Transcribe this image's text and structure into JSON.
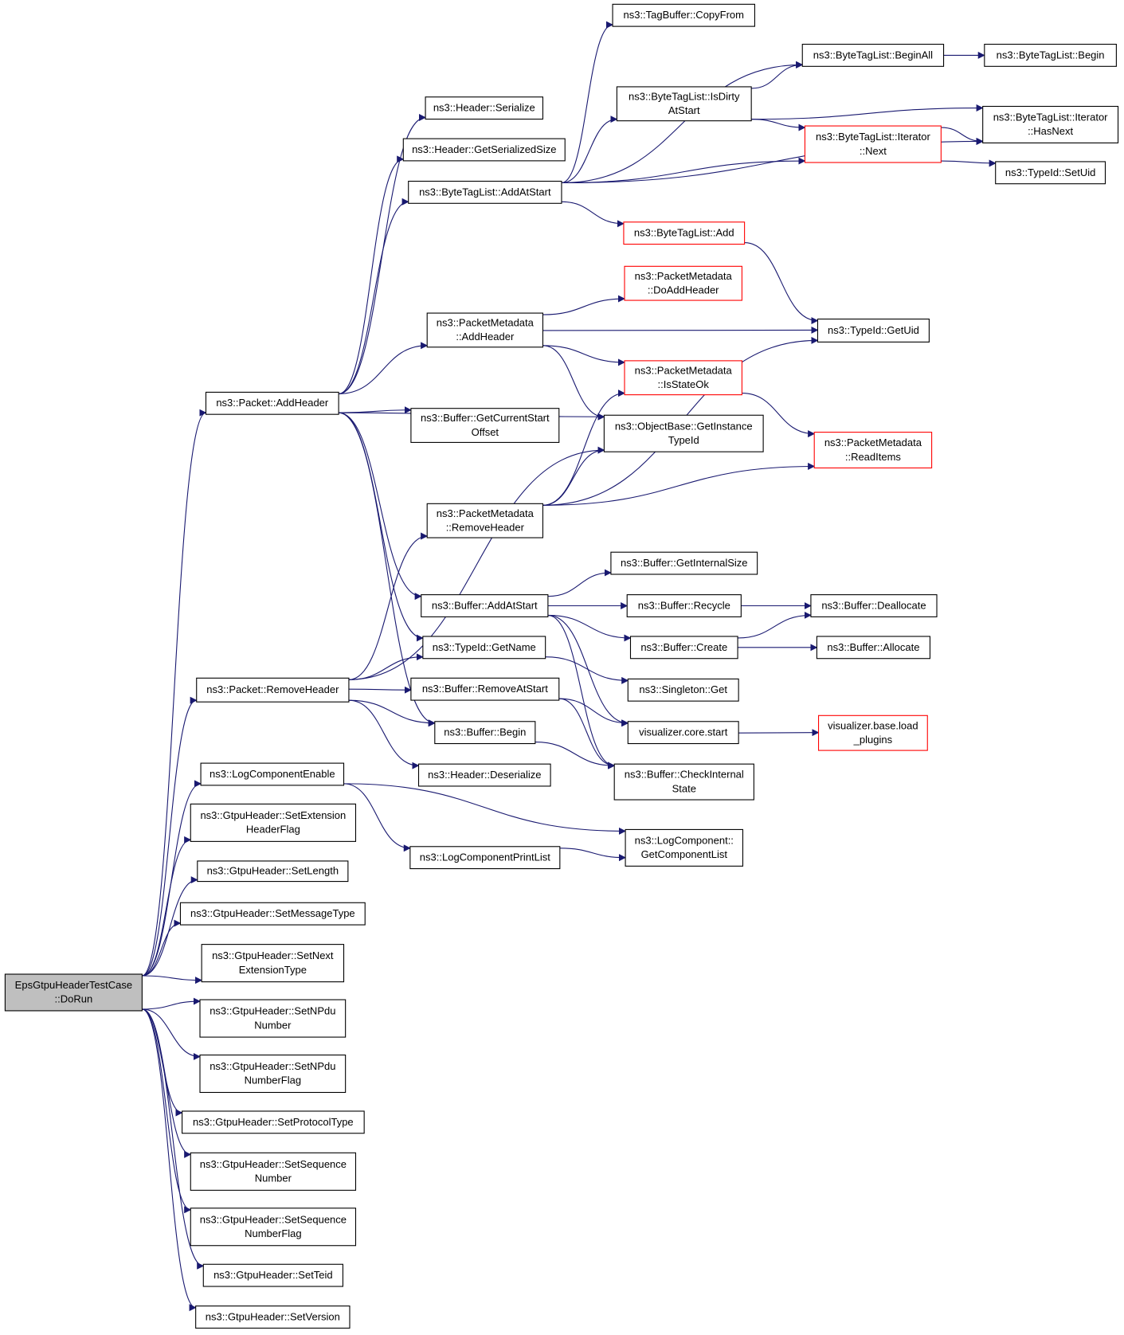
{
  "colors": {
    "edge": "#191970",
    "root_fill": "#bfbfbf",
    "node_border": "#000000",
    "incomplete_border": "#ff0000"
  },
  "nodes": [
    {
      "id": "root",
      "lines": [
        "EpsGtpuHeaderTestCase",
        "::DoRun"
      ],
      "style": "root"
    },
    {
      "id": "pkt_addheader",
      "lines": [
        "ns3::Packet::AddHeader"
      ]
    },
    {
      "id": "pkt_removeheader",
      "lines": [
        "ns3::Packet::RemoveHeader"
      ]
    },
    {
      "id": "logcompenable",
      "lines": [
        "ns3::LogComponentEnable"
      ]
    },
    {
      "id": "setexthdrflag",
      "lines": [
        "ns3::GtpuHeader::SetExtension",
        "HeaderFlag"
      ]
    },
    {
      "id": "setlength",
      "lines": [
        "ns3::GtpuHeader::SetLength"
      ]
    },
    {
      "id": "setmsgtype",
      "lines": [
        "ns3::GtpuHeader::SetMessageType"
      ]
    },
    {
      "id": "setnextext",
      "lines": [
        "ns3::GtpuHeader::SetNext",
        "ExtensionType"
      ]
    },
    {
      "id": "setnpdu",
      "lines": [
        "ns3::GtpuHeader::SetNPdu",
        "Number"
      ]
    },
    {
      "id": "setnpduflag",
      "lines": [
        "ns3::GtpuHeader::SetNPdu",
        "NumberFlag"
      ]
    },
    {
      "id": "setproto",
      "lines": [
        "ns3::GtpuHeader::SetProtocolType"
      ]
    },
    {
      "id": "setseq",
      "lines": [
        "ns3::GtpuHeader::SetSequence",
        "Number"
      ]
    },
    {
      "id": "setseqflag",
      "lines": [
        "ns3::GtpuHeader::SetSequence",
        "NumberFlag"
      ]
    },
    {
      "id": "setteid",
      "lines": [
        "ns3::GtpuHeader::SetTeid"
      ]
    },
    {
      "id": "setversion",
      "lines": [
        "ns3::GtpuHeader::SetVersion"
      ]
    },
    {
      "id": "hdr_serialize",
      "lines": [
        "ns3::Header::Serialize"
      ]
    },
    {
      "id": "hdr_getsersize",
      "lines": [
        "ns3::Header::GetSerializedSize"
      ]
    },
    {
      "id": "btl_addatstart",
      "lines": [
        "ns3::ByteTagList::AddAtStart"
      ]
    },
    {
      "id": "pm_addheader",
      "lines": [
        "ns3::PacketMetadata",
        "::AddHeader"
      ]
    },
    {
      "id": "buf_getcurstart",
      "lines": [
        "ns3::Buffer::GetCurrentStart",
        "Offset"
      ]
    },
    {
      "id": "pm_removeheader",
      "lines": [
        "ns3::PacketMetadata",
        "::RemoveHeader"
      ]
    },
    {
      "id": "buf_addatstart",
      "lines": [
        "ns3::Buffer::AddAtStart"
      ]
    },
    {
      "id": "tid_getname",
      "lines": [
        "ns3::TypeId::GetName"
      ]
    },
    {
      "id": "buf_removeatstart",
      "lines": [
        "ns3::Buffer::RemoveAtStart"
      ]
    },
    {
      "id": "buf_begin",
      "lines": [
        "ns3::Buffer::Begin"
      ]
    },
    {
      "id": "hdr_deserialize",
      "lines": [
        "ns3::Header::Deserialize"
      ]
    },
    {
      "id": "logcompprintlist",
      "lines": [
        "ns3::LogComponentPrintList"
      ]
    },
    {
      "id": "tagbuf_copyfrom",
      "lines": [
        "ns3::TagBuffer::CopyFrom"
      ]
    },
    {
      "id": "btl_isdirty",
      "lines": [
        "ns3::ByteTagList::IsDirty",
        "AtStart"
      ]
    },
    {
      "id": "btl_add",
      "lines": [
        "ns3::ByteTagList::Add"
      ],
      "style": "red"
    },
    {
      "id": "pm_doaddheader",
      "lines": [
        "ns3::PacketMetadata",
        "::DoAddHeader"
      ],
      "style": "red"
    },
    {
      "id": "pm_isstateok",
      "lines": [
        "ns3::PacketMetadata",
        "::IsStateOk"
      ],
      "style": "red"
    },
    {
      "id": "ob_getinstancetid",
      "lines": [
        "ns3::ObjectBase::GetInstance",
        "TypeId"
      ]
    },
    {
      "id": "buf_getinternalsize",
      "lines": [
        "ns3::Buffer::GetInternalSize"
      ]
    },
    {
      "id": "buf_recycle",
      "lines": [
        "ns3::Buffer::Recycle"
      ]
    },
    {
      "id": "buf_create",
      "lines": [
        "ns3::Buffer::Create"
      ]
    },
    {
      "id": "singleton_get",
      "lines": [
        "ns3::Singleton::Get"
      ]
    },
    {
      "id": "viz_core_start",
      "lines": [
        "visualizer.core.start"
      ]
    },
    {
      "id": "buf_checkinternal",
      "lines": [
        "ns3::Buffer::CheckInternal",
        "State"
      ]
    },
    {
      "id": "lc_getcomplist",
      "lines": [
        "ns3::LogComponent::",
        "GetComponentList"
      ]
    },
    {
      "id": "btl_beginall",
      "lines": [
        "ns3::ByteTagList::BeginAll"
      ]
    },
    {
      "id": "btl_iter_next",
      "lines": [
        "ns3::ByteTagList::Iterator",
        "::Next"
      ],
      "style": "red"
    },
    {
      "id": "tid_getuid",
      "lines": [
        "ns3::TypeId::GetUid"
      ]
    },
    {
      "id": "pm_readitems",
      "lines": [
        "ns3::PacketMetadata",
        "::ReadItems"
      ],
      "style": "red"
    },
    {
      "id": "buf_deallocate",
      "lines": [
        "ns3::Buffer::Deallocate"
      ]
    },
    {
      "id": "buf_allocate",
      "lines": [
        "ns3::Buffer::Allocate"
      ]
    },
    {
      "id": "viz_base_load",
      "lines": [
        "visualizer.base.load",
        "_plugins"
      ],
      "style": "red"
    },
    {
      "id": "btl_begin",
      "lines": [
        "ns3::ByteTagList::Begin"
      ]
    },
    {
      "id": "btl_iter_hasnext",
      "lines": [
        "ns3::ByteTagList::Iterator",
        "::HasNext"
      ]
    },
    {
      "id": "tid_setuid",
      "lines": [
        "ns3::TypeId::SetUid"
      ]
    }
  ],
  "edges": [
    [
      "root",
      "pkt_addheader"
    ],
    [
      "root",
      "pkt_removeheader"
    ],
    [
      "root",
      "logcompenable"
    ],
    [
      "root",
      "setexthdrflag"
    ],
    [
      "root",
      "setlength"
    ],
    [
      "root",
      "setmsgtype"
    ],
    [
      "root",
      "setnextext"
    ],
    [
      "root",
      "setnpdu"
    ],
    [
      "root",
      "setnpduflag"
    ],
    [
      "root",
      "setproto"
    ],
    [
      "root",
      "setseq"
    ],
    [
      "root",
      "setseqflag"
    ],
    [
      "root",
      "setteid"
    ],
    [
      "root",
      "setversion"
    ],
    [
      "pkt_addheader",
      "hdr_serialize"
    ],
    [
      "pkt_addheader",
      "hdr_getsersize"
    ],
    [
      "pkt_addheader",
      "btl_addatstart"
    ],
    [
      "pkt_addheader",
      "pm_addheader"
    ],
    [
      "pkt_addheader",
      "ob_getinstancetid"
    ],
    [
      "pkt_addheader",
      "buf_getcurstart"
    ],
    [
      "pkt_addheader",
      "buf_addatstart"
    ],
    [
      "pkt_addheader",
      "tid_getname"
    ],
    [
      "pkt_addheader",
      "buf_begin"
    ],
    [
      "pkt_removeheader",
      "ob_getinstancetid"
    ],
    [
      "pkt_removeheader",
      "pm_removeheader"
    ],
    [
      "pkt_removeheader",
      "tid_getname"
    ],
    [
      "pkt_removeheader",
      "buf_removeatstart"
    ],
    [
      "pkt_removeheader",
      "buf_begin"
    ],
    [
      "pkt_removeheader",
      "hdr_deserialize"
    ],
    [
      "logcompenable",
      "logcompprintlist"
    ],
    [
      "logcompenable",
      "lc_getcomplist"
    ],
    [
      "logcompprintlist",
      "lc_getcomplist"
    ],
    [
      "btl_addatstart",
      "tagbuf_copyfrom"
    ],
    [
      "btl_addatstart",
      "btl_beginall"
    ],
    [
      "btl_addatstart",
      "btl_isdirty"
    ],
    [
      "btl_addatstart",
      "btl_iter_next"
    ],
    [
      "btl_addatstart",
      "btl_iter_hasnext"
    ],
    [
      "btl_addatstart",
      "btl_add"
    ],
    [
      "btl_isdirty",
      "btl_beginall"
    ],
    [
      "btl_isdirty",
      "btl_iter_hasnext"
    ],
    [
      "btl_isdirty",
      "btl_iter_next"
    ],
    [
      "btl_beginall",
      "btl_begin"
    ],
    [
      "btl_iter_next",
      "btl_iter_hasnext"
    ],
    [
      "btl_iter_next",
      "tid_setuid"
    ],
    [
      "btl_add",
      "tid_getuid"
    ],
    [
      "pm_addheader",
      "pm_doaddheader"
    ],
    [
      "pm_addheader",
      "tid_getuid"
    ],
    [
      "pm_addheader",
      "pm_isstateok"
    ],
    [
      "pm_addheader",
      "ob_getinstancetid"
    ],
    [
      "pm_isstateok",
      "pm_readitems"
    ],
    [
      "pm_removeheader",
      "pm_isstateok"
    ],
    [
      "pm_removeheader",
      "ob_getinstancetid"
    ],
    [
      "pm_removeheader",
      "tid_getuid"
    ],
    [
      "pm_removeheader",
      "pm_readitems"
    ],
    [
      "buf_addatstart",
      "buf_getinternalsize"
    ],
    [
      "buf_addatstart",
      "buf_recycle"
    ],
    [
      "buf_addatstart",
      "buf_create"
    ],
    [
      "buf_addatstart",
      "viz_core_start"
    ],
    [
      "buf_addatstart",
      "buf_checkinternal"
    ],
    [
      "buf_recycle",
      "buf_deallocate"
    ],
    [
      "buf_create",
      "buf_deallocate"
    ],
    [
      "buf_create",
      "buf_allocate"
    ],
    [
      "tid_getname",
      "singleton_get"
    ],
    [
      "buf_removeatstart",
      "viz_core_start"
    ],
    [
      "buf_removeatstart",
      "buf_checkinternal"
    ],
    [
      "buf_begin",
      "buf_checkinternal"
    ],
    [
      "viz_core_start",
      "viz_base_load"
    ]
  ]
}
